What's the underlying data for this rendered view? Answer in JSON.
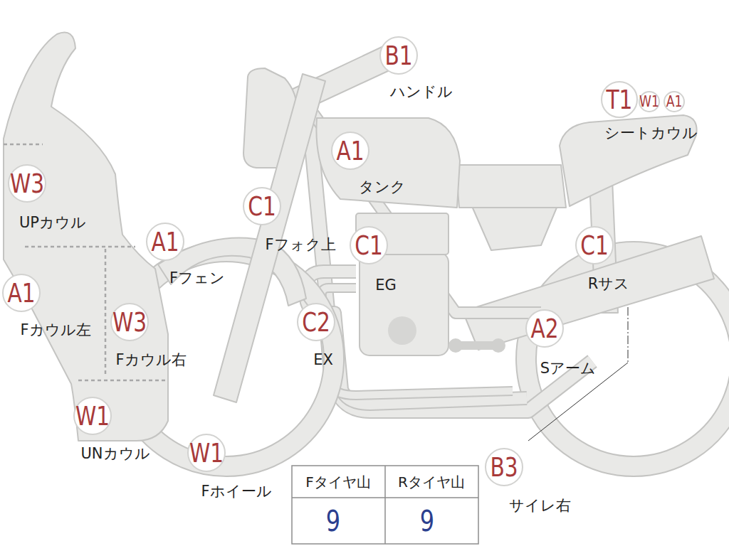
{
  "diagram": {
    "nodes": [
      {
        "text": [
          "B1",
          "ハンドル"
        ]
      },
      {
        "text": [
          "T1",
          "シートカウル"
        ]
      },
      {
        "text": [
          "W1"
        ]
      },
      {
        "text": [
          "A1"
        ]
      },
      {
        "text": [
          "A1",
          "タンク"
        ]
      },
      {
        "text": [
          "W3",
          "UPカウル"
        ]
      },
      {
        "text": [
          "C1",
          "Fフォク上"
        ]
      },
      {
        "text": [
          "A1",
          "Fフェン"
        ]
      },
      {
        "text": [
          "C1",
          "EG"
        ]
      },
      {
        "text": [
          "C1",
          "Rサス"
        ]
      },
      {
        "text": [
          "A1",
          "Fカウル左"
        ]
      },
      {
        "text": [
          "W3",
          "Fカウル右"
        ]
      },
      {
        "text": [
          "C2",
          "EX"
        ]
      },
      {
        "text": [
          "A2",
          "Sアーム"
        ]
      },
      {
        "text": [
          "W1",
          "UNカウル"
        ]
      },
      {
        "text": [
          "W1",
          "Fホイール"
        ]
      },
      {
        "text": [
          "B3",
          "サイレ右"
        ]
      }
    ],
    "labels": [
      "Fタイヤ山",
      "Rタイヤ山",
      "9",
      "9"
    ]
  }
}
